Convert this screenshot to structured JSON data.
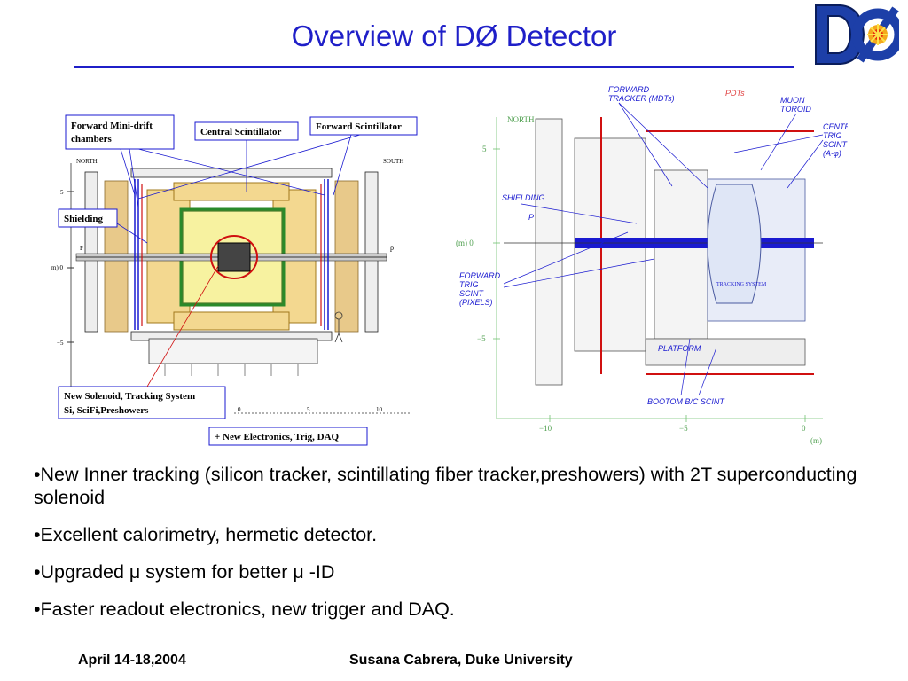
{
  "slide": {
    "title": "Overview of DØ Detector"
  },
  "logo": {
    "icon": "d0-experiment-logo",
    "text": "DØ"
  },
  "left_diagram": {
    "callouts": {
      "forward_mini_drift_1": "Forward Mini-drift",
      "forward_mini_drift_2": "chambers",
      "central_scintillator": "Central Scintillator",
      "forward_scintillator": "Forward Scintillator",
      "shielding": "Shielding",
      "new_solenoid_1": "New Solenoid, Tracking System",
      "new_solenoid_2": "Si, SciFi,Preshowers",
      "new_electronics": "+ New Electronics, Trig, DAQ"
    },
    "labels": {
      "north": "NORTH",
      "south": "SOUTH",
      "p": "P",
      "pbar": "p̄",
      "y5": "5",
      "y0": "m) 0",
      "yminus5": "−5",
      "x0": "0",
      "x5": "5",
      "x10": "10"
    }
  },
  "right_diagram": {
    "labels": {
      "forward_tracker_1": "FORWARD",
      "forward_tracker_2": "TRACKER (MDTs)",
      "pdts": "PDTs",
      "muon_toroid_1": "MUON",
      "muon_toroid_2": "TOROID",
      "central_trig_1": "CENTRAL",
      "central_trig_2": "TRIG",
      "central_trig_3": "SCINT",
      "central_trig_4": "(A-φ)",
      "shielding": "SHIELDING",
      "forward_trig_1": "FORWARD",
      "forward_trig_2": "TRIG",
      "forward_trig_3": "SCINT",
      "forward_trig_4": "(PIXELS)",
      "north": "NORTH",
      "p": "P",
      "platform": "PLATFORM",
      "bottom_bc": "BOOTOM B/C SCINT",
      "tracking_system": "TRACKING SYSTEM",
      "y5": "5",
      "y0": "(m) 0",
      "yminus5": "−5",
      "xminus10": "−10",
      "xminus5": "−5",
      "x0": "0",
      "m_unit": "(m)"
    }
  },
  "bullets": [
    "•New Inner tracking (silicon tracker, scintillating fiber tracker,preshowers)  with 2T superconducting solenoid",
    "•Excellent calorimetry, hermetic detector.",
    "•Upgraded μ system for better μ -ID",
    "•Faster readout electronics, new trigger and DAQ."
  ],
  "footer": {
    "date": "April 14-18,2004",
    "author": "Susana Cabrera, Duke University"
  }
}
